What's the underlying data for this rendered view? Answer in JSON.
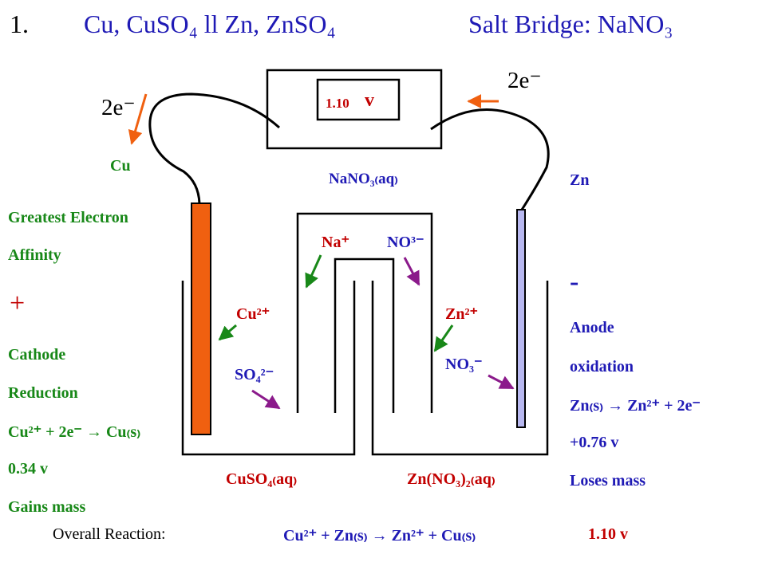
{
  "title": {
    "number": "1.",
    "cell": "Cu, CuSO₄ ll Zn, ZnSO₄",
    "salt_bridge": "Salt Bridge: NaNO₃"
  },
  "voltmeter": {
    "reading_value": "1.10",
    "reading_unit": "v"
  },
  "electron_labels": {
    "left": "2e⁻",
    "right": "2e⁻"
  },
  "salt_bridge_solution": "NaNO₃₍aq₎",
  "bridge_ions": {
    "cation": "Na⁺",
    "anion": "NO³⁻"
  },
  "cathode": {
    "metal": "Cu",
    "notes": [
      "Greatest Electron",
      "Affinity"
    ],
    "sign": "+",
    "type": "Cathode",
    "process": "Reduction",
    "half_reaction": "Cu²⁺ + 2e⁻ → Cu₍s₎",
    "potential": "0.34 v",
    "mass_change": "Gains mass",
    "ions": [
      "Cu²⁺",
      "SO₄²⁻"
    ],
    "solution": "CuSO₄₍aq₎"
  },
  "anode": {
    "metal": "Zn",
    "sign": "-",
    "type": "Anode",
    "process": "oxidation",
    "half_reaction": "Zn₍s₎ → Zn²⁺ + 2e⁻",
    "potential": "+0.76 v",
    "mass_change": "Loses mass",
    "ions": [
      "Zn²⁺",
      "NO₃⁻"
    ],
    "solution": "Zn(NO₃)₂₍aq₎"
  },
  "overall": {
    "label": "Overall Reaction:",
    "equation": "Cu²⁺ + Zn₍s₎ → Zn²⁺ + Cu₍s₎",
    "voltage": "1.10 v"
  },
  "colors": {
    "title_blue": "#1f1ab5",
    "label_green": "#188818",
    "voltage_red": "#c20000",
    "copper_electrode": "#f06010",
    "zinc_electrode": "#b8b8f0",
    "arrow_orange": "#f06010",
    "arrow_green": "#188818",
    "arrow_purple": "#8b1a8b"
  }
}
